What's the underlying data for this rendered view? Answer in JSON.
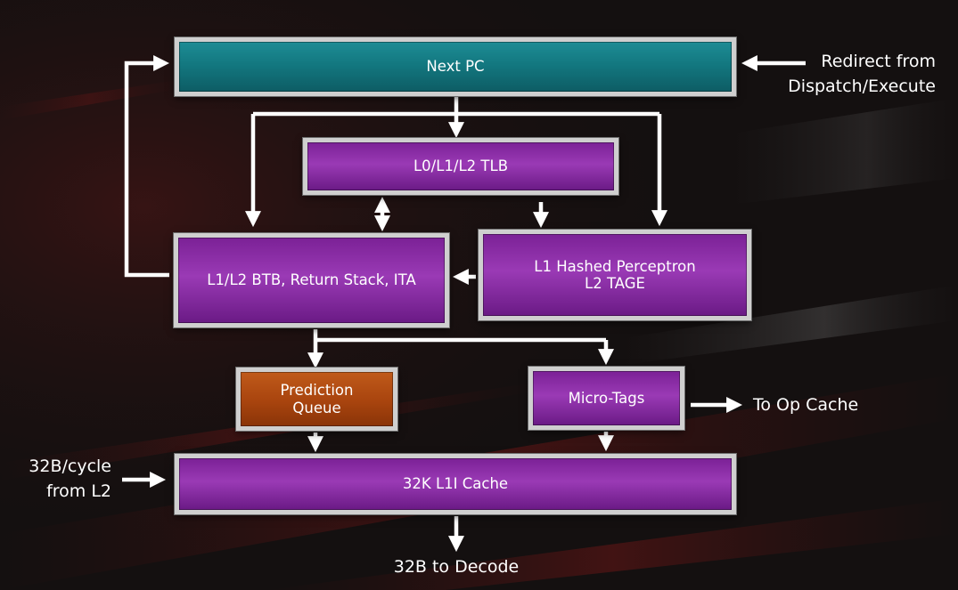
{
  "blocks": {
    "next_pc": "Next PC",
    "tlb": "L0/L1/L2 TLB",
    "btb": "L1/L2 BTB, Return Stack, ITA",
    "perceptron": "L1 Hashed Perceptron\nL2 TAGE",
    "prediction_queue": "Prediction\nQueue",
    "micro_tags": "Micro-Tags",
    "l1i_cache": "32K L1I Cache"
  },
  "labels": {
    "redirect": "Redirect from\nDispatch/Execute",
    "op_cache": "To Op Cache",
    "l2_input": "32B/cycle\nfrom L2",
    "decode": "32B to Decode"
  },
  "colors": {
    "teal": "#137880",
    "purple": "#8a2ea6",
    "orange": "#a8440e",
    "border": "#cfcfcf",
    "arrow": "#ffffff"
  }
}
